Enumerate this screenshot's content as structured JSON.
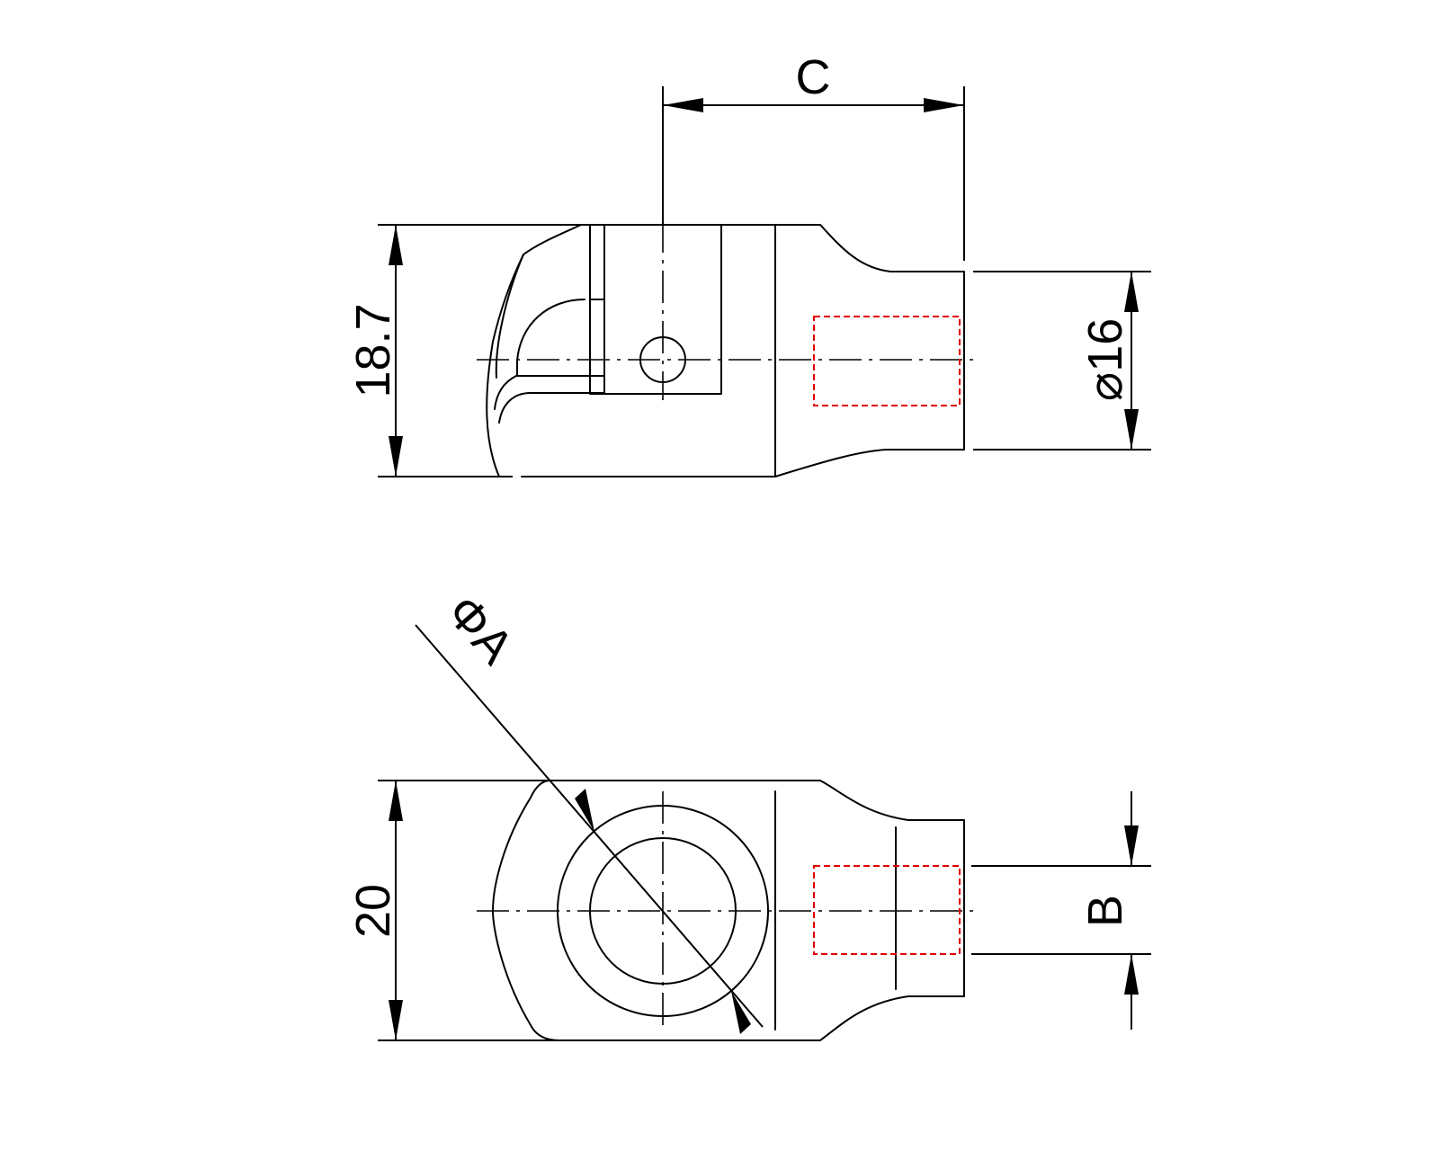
{
  "drawing": {
    "top_view": {
      "dim_height": "18.7",
      "dim_diameter": "⌀16",
      "dim_offset": "C"
    },
    "bottom_view": {
      "dim_height": "20",
      "dim_hole": "ΦA",
      "dim_thread": "B"
    },
    "colors": {
      "outline": "#000000",
      "hidden_thread": "#e00000"
    }
  }
}
